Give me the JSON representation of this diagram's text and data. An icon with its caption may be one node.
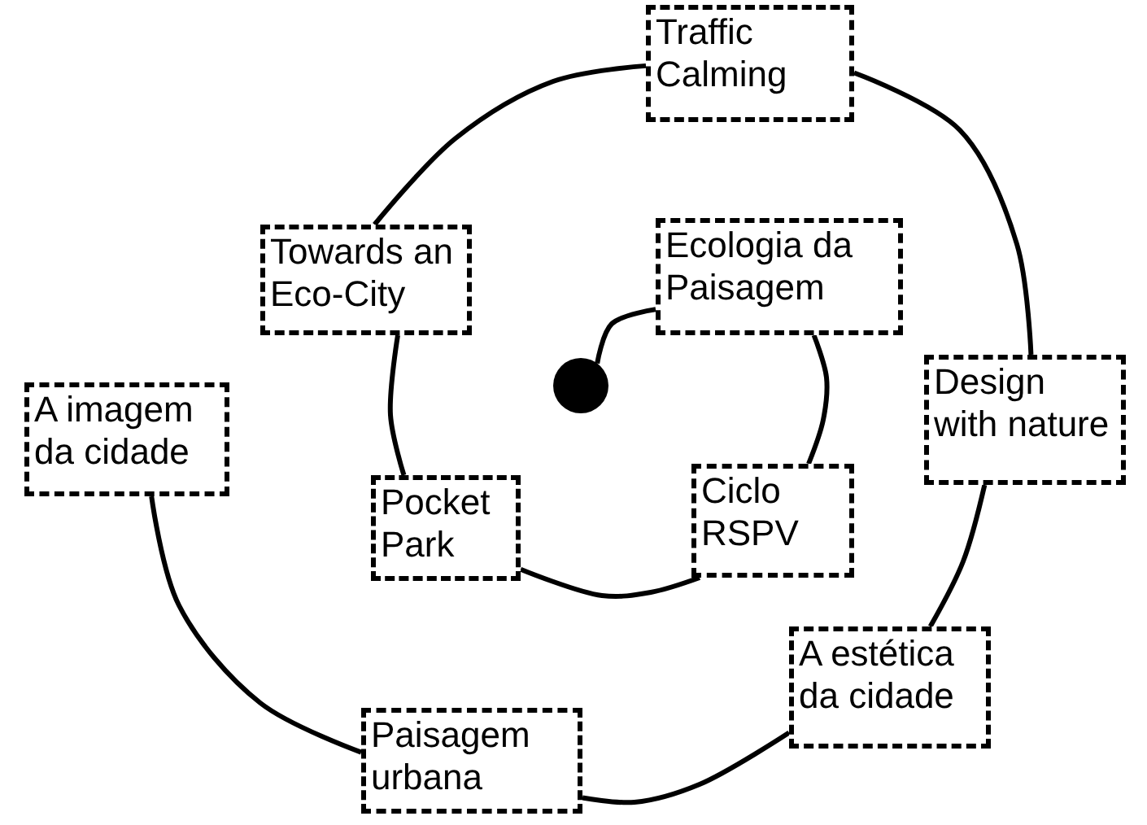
{
  "diagram": {
    "nodes": [
      {
        "text": [],
        "shape": "circle"
      },
      {
        "text": [
          "Ecologia da Paisagem"
        ]
      },
      {
        "text": [
          "Ciclo RSPV"
        ]
      },
      {
        "text": [
          "Pocket Park"
        ]
      },
      {
        "text": [
          "Towards an Eco-City"
        ]
      },
      {
        "text": [
          "Traffic Calming"
        ]
      },
      {
        "text": [
          "Design with nature"
        ]
      },
      {
        "text": [
          "A estética da cidade"
        ]
      },
      {
        "text": [
          "Paisagem urbana"
        ]
      },
      {
        "text": [
          "A imagem da cidade"
        ]
      }
    ],
    "edges": [
      {
        "from": 0,
        "to": 1,
        "arrow": "none"
      },
      {
        "from": 1,
        "to": 2,
        "arrow": "none"
      },
      {
        "from": 2,
        "to": 3,
        "arrow": "none"
      },
      {
        "from": 3,
        "to": 4,
        "arrow": "none"
      },
      {
        "from": 4,
        "to": 5,
        "arrow": "none"
      },
      {
        "from": 5,
        "to": 6,
        "arrow": "none"
      },
      {
        "from": 6,
        "to": 7,
        "arrow": "none"
      },
      {
        "from": 7,
        "to": 8,
        "arrow": "none"
      },
      {
        "from": 8,
        "to": 9,
        "arrow": "none"
      }
    ]
  }
}
